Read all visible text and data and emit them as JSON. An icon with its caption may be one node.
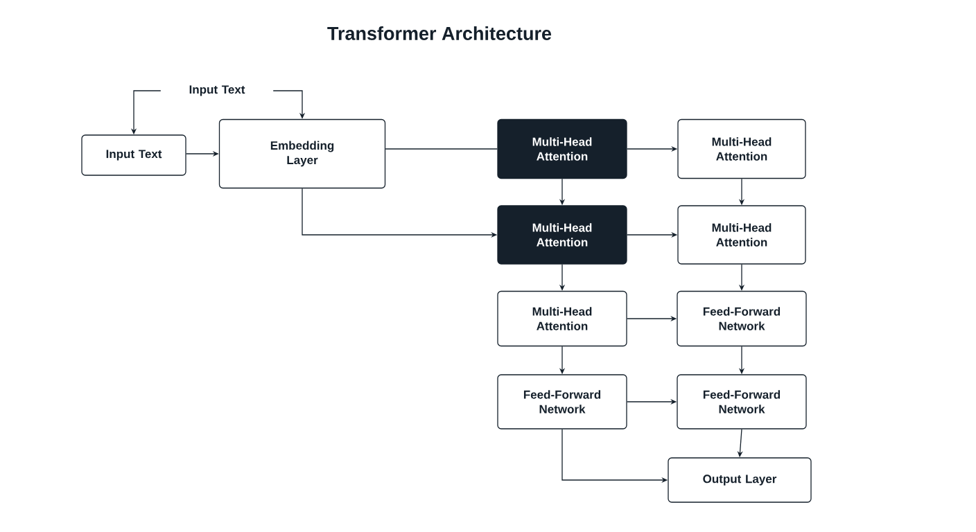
{
  "diagram": {
    "title": "Transformer Architecture",
    "nodes": [
      {
        "text": [
          "Input Text"
        ]
      },
      {
        "text": [
          "Input Text"
        ]
      },
      {
        "text": [
          "Embedding Layer"
        ]
      },
      {
        "text": [
          "Multi-Head Attention"
        ]
      },
      {
        "text": [
          "Multi-Head Attention"
        ]
      },
      {
        "text": [
          "Multi-Head Attention"
        ]
      },
      {
        "text": [
          "Multi-Head Attention"
        ]
      },
      {
        "text": [
          "Multi-Head Attention"
        ]
      },
      {
        "text": [
          "Feed-Forward Network"
        ]
      },
      {
        "text": [
          "Feed-Forward Network"
        ]
      },
      {
        "text": [
          "Feed-Forward Network"
        ]
      },
      {
        "text": [
          "Output Layer"
        ]
      }
    ],
    "edges": [
      {
        "from": 0,
        "to": 1,
        "arrow": "to"
      },
      {
        "from": 0,
        "to": 2,
        "arrow": "to"
      },
      {
        "from": 1,
        "to": 2,
        "arrow": "to"
      },
      {
        "from": 2,
        "to": 3,
        "arrow": "none"
      },
      {
        "from": 2,
        "to": 5,
        "arrow": "to"
      },
      {
        "from": 3,
        "to": 4,
        "arrow": "to"
      },
      {
        "from": 3,
        "to": 5,
        "arrow": "to"
      },
      {
        "from": 4,
        "to": 6,
        "arrow": "to"
      },
      {
        "from": 5,
        "to": 6,
        "arrow": "to"
      },
      {
        "from": 5,
        "to": 7,
        "arrow": "to"
      },
      {
        "from": 6,
        "to": 8,
        "arrow": "to"
      },
      {
        "from": 7,
        "to": 8,
        "arrow": "to"
      },
      {
        "from": 7,
        "to": 9,
        "arrow": "to"
      },
      {
        "from": 8,
        "to": 10,
        "arrow": "to"
      },
      {
        "from": 9,
        "to": 10,
        "arrow": "to"
      },
      {
        "from": 9,
        "to": 11,
        "arrow": "to"
      },
      {
        "from": 10,
        "to": 11,
        "arrow": "to"
      }
    ]
  }
}
